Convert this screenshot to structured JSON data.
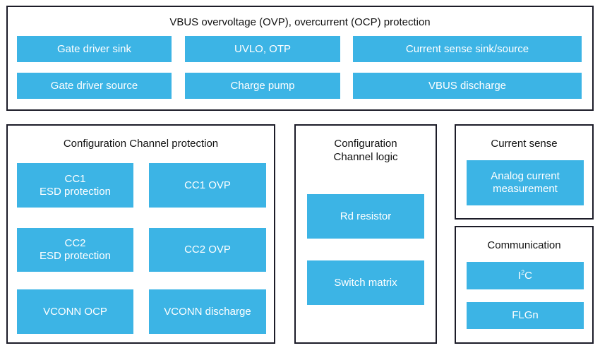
{
  "vbus": {
    "title": "VBUS overvoltage (OVP), overcurrent (OCP) protection",
    "blocks": [
      "Gate driver sink",
      "UVLO, OTP",
      "Current sense sink/source",
      "Gate driver source",
      "Charge pump",
      "VBUS discharge"
    ]
  },
  "cc_protection": {
    "title": "Configuration Channel protection",
    "blocks": [
      "CC1\nESD protection",
      "CC1 OVP",
      "CC2\nESD protection",
      "CC2 OVP",
      "VCONN OCP",
      "VCONN discharge"
    ]
  },
  "cc_logic": {
    "title": "Configuration\nChannel logic",
    "blocks": [
      "Rd resistor",
      "Switch matrix"
    ]
  },
  "current_sense": {
    "title": "Current sense",
    "blocks": [
      "Analog current\nmeasurement"
    ]
  },
  "communication": {
    "title": "Communication",
    "i2c": {
      "base": "I",
      "sup": "2",
      "rest": "C"
    },
    "blocks": [
      "FLGn"
    ]
  },
  "colors": {
    "block_fill": "#3cb4e5",
    "block_text": "#ffffff",
    "border": "#1c1c28"
  }
}
